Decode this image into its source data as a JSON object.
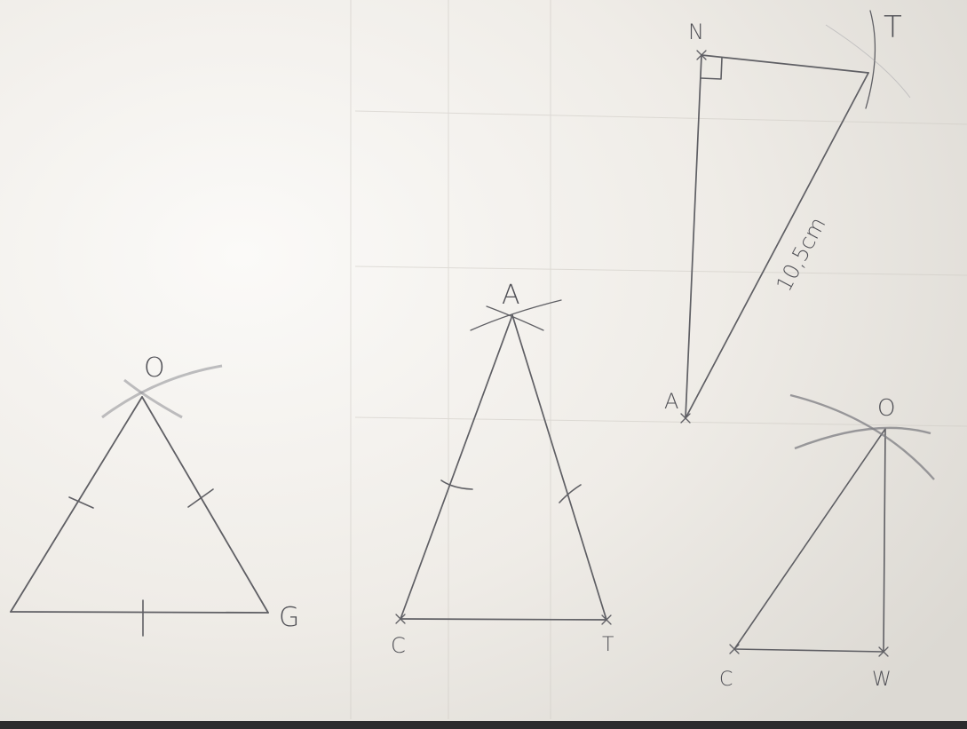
{
  "figures": {
    "fig1": {
      "apex": "O",
      "right": "G"
    },
    "fig2": {
      "apex": "A",
      "left": "C",
      "right": "T"
    },
    "fig3": {
      "top_left": "N",
      "top_right": "T",
      "bottom": "A",
      "measure": "10,5cm"
    },
    "fig4": {
      "top": "O",
      "left": "C",
      "right": "W"
    }
  },
  "colors": {
    "paper": "#f3f1ec",
    "pencil": "#5f5f64",
    "arc": "#8a8a90"
  }
}
